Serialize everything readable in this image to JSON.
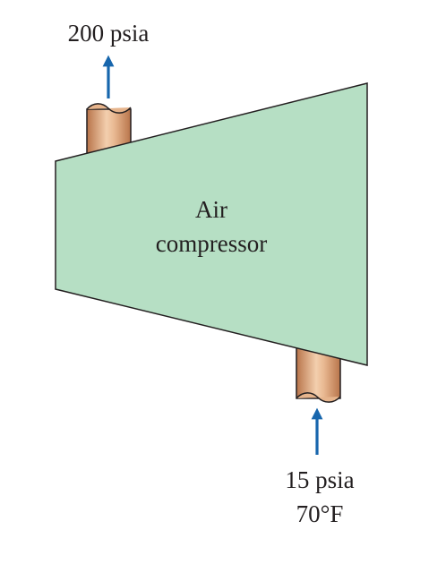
{
  "labels": {
    "outlet_pressure": "200 psia",
    "device_line1": "Air",
    "device_line2": "compressor",
    "inlet_pressure": "15 psia",
    "inlet_temperature": "70°F"
  },
  "colors": {
    "compressor_fill": "#b6dfc4",
    "outline": "#231f20",
    "pipe_dark": "#b8744a",
    "pipe_light": "#f3cfae",
    "arrow": "#1766ad",
    "text": "#231f20"
  },
  "icons": {
    "outlet_flow": "arrow-up-icon",
    "inlet_flow": "arrow-up-icon"
  }
}
